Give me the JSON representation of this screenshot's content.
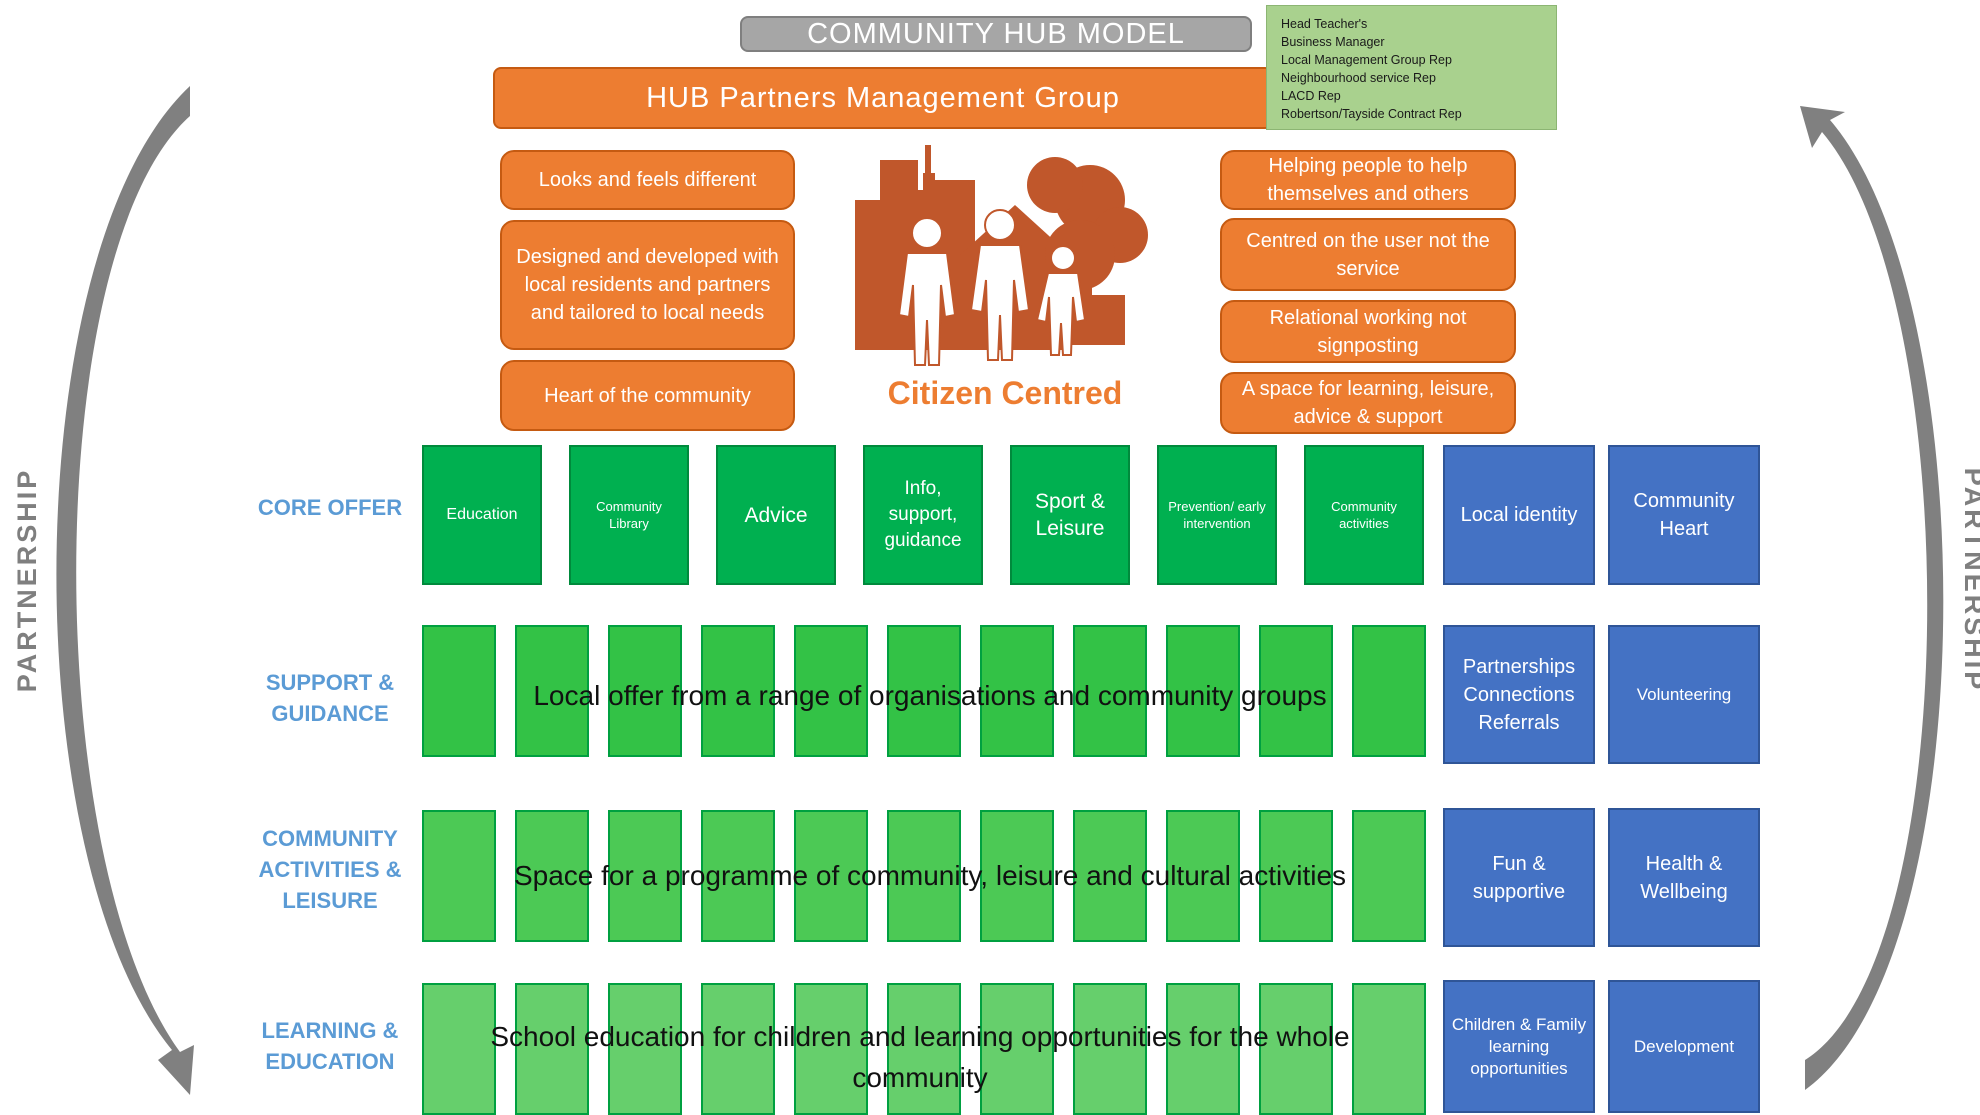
{
  "header": {
    "title": "COMMUNITY HUB MODEL",
    "management_group": "HUB Partners Management Group",
    "members": [
      "Head Teacher's",
      "Business Manager",
      "Local Management Group Rep",
      "Neighbourhood service Rep",
      "LACD Rep",
      "Robertson/Tayside Contract Rep"
    ]
  },
  "principles_left": [
    "Looks and feels different",
    "Designed and developed with local residents and partners and tailored to local needs",
    "Heart of the community"
  ],
  "principles_right": [
    "Helping people to help themselves and others",
    "Centred on the user not the service",
    "Relational working not signposting",
    "A space for learning, leisure, advice & support"
  ],
  "logo": {
    "label": "Citizen Centred",
    "icon": "family-house-trees-logo"
  },
  "side_label": "PARTNERSHIP",
  "rows": {
    "core_offer": {
      "label": "CORE OFFER",
      "items": [
        "Education",
        "Community Library",
        "Advice",
        "Info, support, guidance",
        "Sport & Leisure",
        "Prevention/ early intervention",
        "Community activities"
      ],
      "blue": [
        "Local identity",
        "Community Heart"
      ]
    },
    "support": {
      "label": "SUPPORT & GUIDANCE",
      "text": "Local offer from a range of organisations and community groups",
      "blue": [
        "Partnerships Connections Referrals",
        "Volunteering"
      ]
    },
    "activities": {
      "label": "COMMUNITY ACTIVITIES & LEISURE",
      "text": "Space for a programme of community, leisure and cultural activities",
      "blue": [
        "Fun & supportive",
        "Health & Wellbeing"
      ]
    },
    "learning": {
      "label": "LEARNING & EDUCATION",
      "text": "School education for children and learning opportunities for the whole community",
      "blue": [
        "Children & Family learning opportunities",
        "Development"
      ]
    }
  },
  "colors": {
    "orange": "#ed7d31",
    "grey": "#a6a6a6",
    "light_green_panel": "#a9d18e",
    "core_green": "#00b050",
    "blue": "#4472c4",
    "label_blue": "#5b9bd5",
    "arrow_grey": "#808080"
  }
}
